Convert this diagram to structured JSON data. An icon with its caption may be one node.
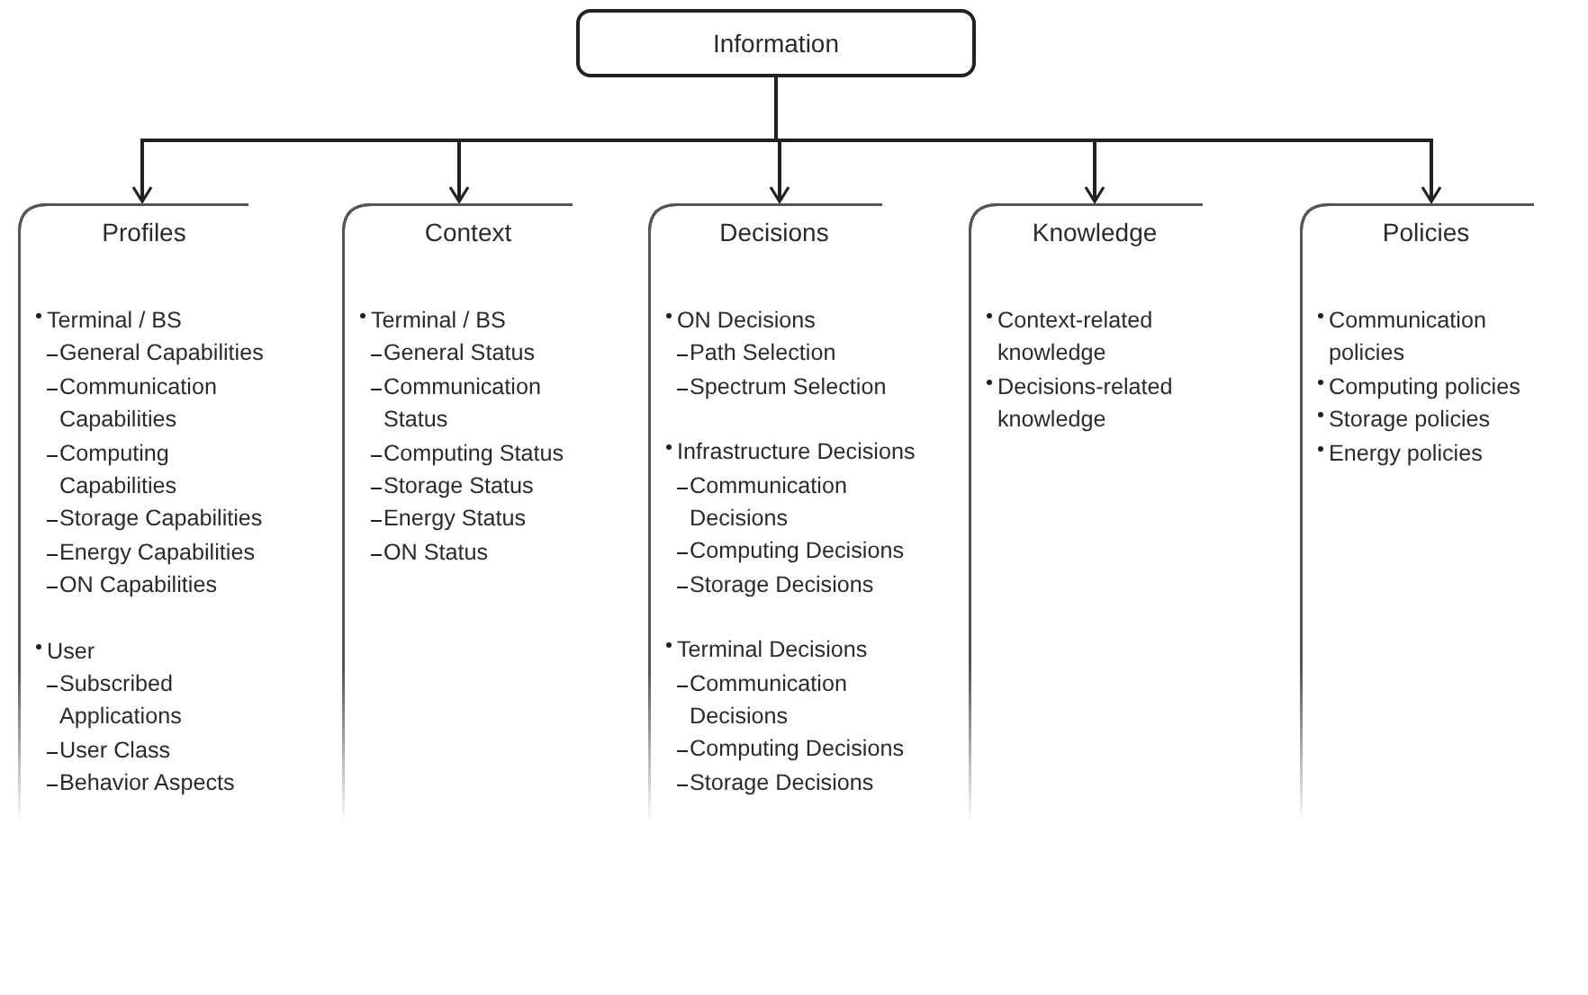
{
  "diagram": {
    "nodes": [
      {
        "text": [
          "Information"
        ]
      },
      {
        "text": [
          "Profiles",
          "Terminal / BS",
          "General Capabilities",
          "Communication Capabilities",
          "Computing Capabilities",
          "Storage Capabilities",
          "Energy Capabilities",
          "ON Capabilities",
          "User",
          "Subscribed Applications",
          "User Class",
          "Behavior Aspects"
        ]
      },
      {
        "text": [
          "Context",
          "Terminal / BS",
          "General Status",
          "Communication Status",
          "Computing Status",
          "Storage Status",
          "Energy Status",
          "ON Status"
        ]
      },
      {
        "text": [
          "Decisions",
          "ON Decisions",
          "Path Selection",
          "Spectrum Selection",
          "Infrastructure Decisions",
          "Communication Decisions",
          "Computing Decisions",
          "Storage Decisions",
          "Terminal Decisions",
          "Communication Decisions",
          "Computing Decisions",
          "Storage Decisions"
        ]
      },
      {
        "text": [
          "Knowledge",
          "Context-related knowledge",
          "Decisions-related knowledge"
        ]
      },
      {
        "text": [
          "Policies",
          "Communication policies",
          "Computing policies",
          "Storage policies",
          "Energy policies"
        ]
      }
    ],
    "edges": [
      {
        "from": 0,
        "to": 1,
        "arrow": "to"
      },
      {
        "from": 0,
        "to": 2,
        "arrow": "to"
      },
      {
        "from": 0,
        "to": 3,
        "arrow": "to"
      },
      {
        "from": 0,
        "to": 4,
        "arrow": "to"
      },
      {
        "from": 0,
        "to": 5,
        "arrow": "to"
      }
    ]
  }
}
